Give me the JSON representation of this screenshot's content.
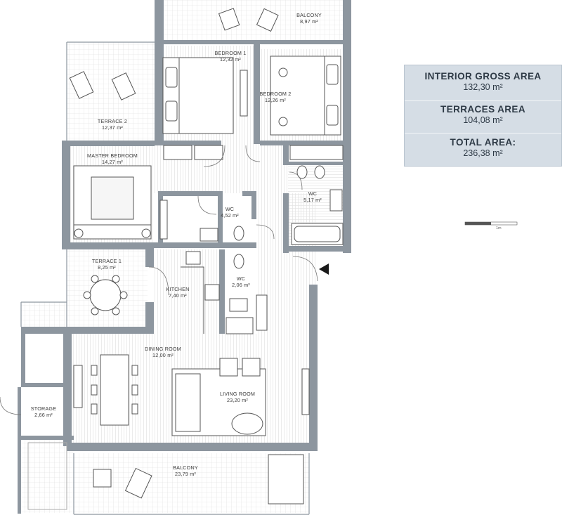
{
  "rooms": {
    "balcony_top": {
      "name": "BALCONY",
      "area": "8,97 m²"
    },
    "bedroom1": {
      "name": "BEDROOM 1",
      "area": "12,32 m²"
    },
    "bedroom2": {
      "name": "BEDROOM 2",
      "area": "12,26 m²"
    },
    "terrace2": {
      "name": "TERRACE 2",
      "area": "12,37 m²"
    },
    "master_bedroom": {
      "name": "MASTER BEDROOM",
      "area": "14,27 m²"
    },
    "wc_main": {
      "name": "WC",
      "area": "4,52 m²"
    },
    "wc_right": {
      "name": "WC",
      "area": "5,17 m²"
    },
    "terrace1": {
      "name": "TERRACE 1",
      "area": "8,25 m²"
    },
    "kitchen": {
      "name": "KITCHEN",
      "area": "7,40 m²"
    },
    "wc_small": {
      "name": "WC",
      "area": "2,06 m²"
    },
    "dining_room": {
      "name": "DINING ROOM",
      "area": "12,00 m²"
    },
    "living_room": {
      "name": "LIVING ROOM",
      "area": "23,20 m²"
    },
    "storage": {
      "name": "STORAGE",
      "area": "2,66 m²"
    },
    "balcony_bottom": {
      "name": "BALCONY",
      "area": "23,79 m²"
    }
  },
  "areas": {
    "interior": {
      "label": "INTERIOR GROSS AREA",
      "value": "132,30 m²"
    },
    "terraces": {
      "label": "TERRACES AREA",
      "value": "104,08 m²"
    },
    "total": {
      "label": "TOTAL AREA:",
      "value": "236,38 m²"
    }
  },
  "scale": {
    "label": "1m"
  },
  "icons": [
    "entrance-arrow-icon",
    "scale-bar-icon"
  ],
  "colors": {
    "wall": "#8d969f",
    "area_box": "#d5dde5",
    "area_text": "#2e3a46"
  }
}
